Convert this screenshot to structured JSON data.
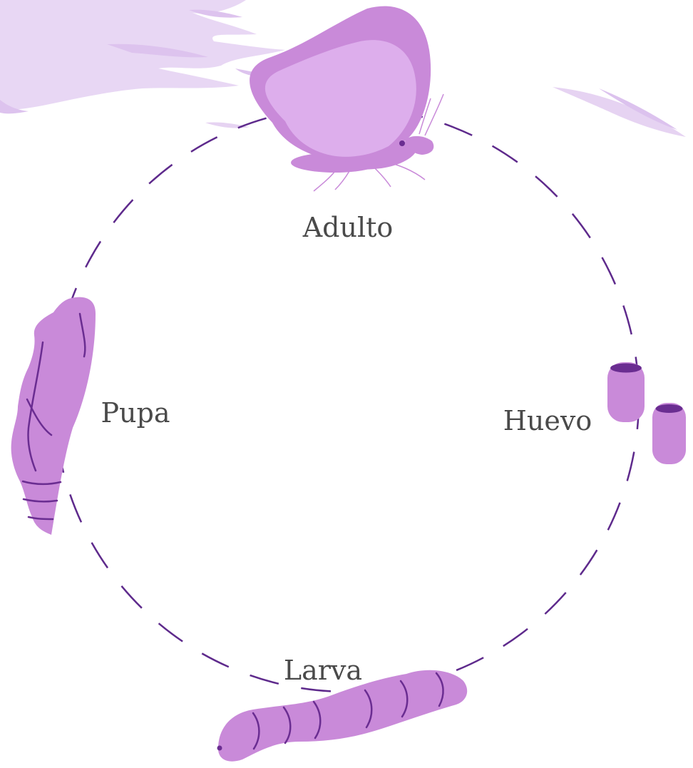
{
  "stages": {
    "adult": {
      "label": "Adulto",
      "icon": "butterfly-icon"
    },
    "egg": {
      "label": "Huevo",
      "icon": "egg-icon"
    },
    "larva": {
      "label": "Larva",
      "icon": "caterpillar-icon"
    },
    "pupa": {
      "label": "Pupa",
      "icon": "pupa-icon"
    }
  },
  "colors": {
    "cycle_line": "#5e2a8c",
    "body_fill": "#c98ad9",
    "wing_inner": "#ddaeec",
    "dark_detail": "#6a2d91",
    "brush": "#e6d3f2",
    "label_text": "#4a4a4a"
  }
}
